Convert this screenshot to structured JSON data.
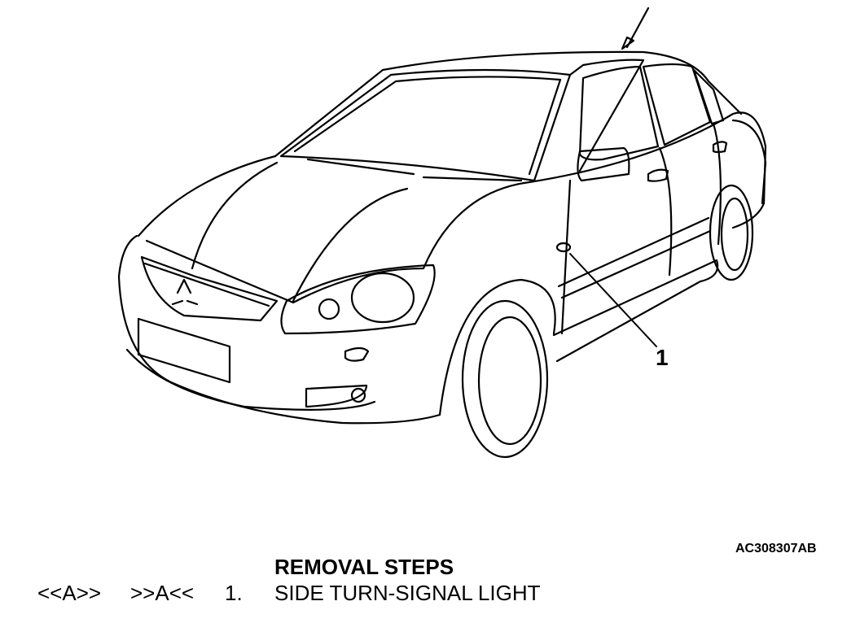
{
  "diagram": {
    "subject": "car-front-three-quarter-view",
    "callouts": [
      {
        "label": "1"
      }
    ],
    "figure_code": "AC308307AB"
  },
  "removal_steps": {
    "title": "REMOVAL STEPS",
    "steps": [
      {
        "install_ref": "<<A>>",
        "removal_ref": ">>A<<",
        "number": "1.",
        "name": "SIDE TURN-SIGNAL LIGHT"
      }
    ]
  }
}
